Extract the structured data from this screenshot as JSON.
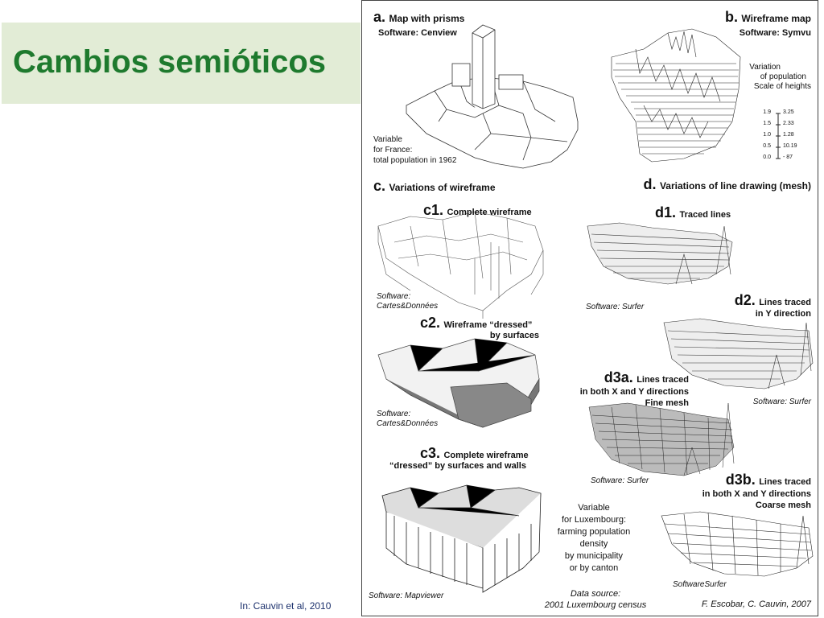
{
  "slide": {
    "title": "Cambios semióticos",
    "citation": "In: Cauvin et al, 2010"
  },
  "figure": {
    "a": {
      "letter": "a.",
      "title": "Map with prisms",
      "software": "Software: Cenview",
      "variable": [
        "Variable",
        "for France:",
        "total population in 1962"
      ]
    },
    "b": {
      "letter": "b.",
      "title": "Wireframe map",
      "software": "Software: Symvu",
      "legend_title": [
        "Variation",
        "of population",
        "Scale of heights"
      ],
      "scale": [
        {
          "left": "1.9",
          "right": "3.25"
        },
        {
          "left": "1.5",
          "right": "2.33"
        },
        {
          "left": "1.0",
          "right": "1.28"
        },
        {
          "left": "0.5",
          "right": "10.19"
        },
        {
          "left": "0.0",
          "right": "- 87"
        }
      ]
    },
    "c": {
      "letter": "c.",
      "title": "Variations of wireframe"
    },
    "c1": {
      "letter": "c1.",
      "title": "Complete wireframe",
      "software": [
        "Software:",
        "Cartes&Données"
      ]
    },
    "c2": {
      "letter": "c2.",
      "title": [
        "Wireframe “dressed”",
        "by surfaces"
      ],
      "software": [
        "Software:",
        "Cartes&Données"
      ]
    },
    "c3": {
      "letter": "c3.",
      "title": [
        "Complete wireframe",
        "“dressed” by surfaces and walls"
      ],
      "software": "Software: Mapviewer"
    },
    "d": {
      "letter": "d.",
      "title": "Variations of line drawing (mesh)"
    },
    "d1": {
      "letter": "d1.",
      "title": "Traced lines",
      "software": "Software: Surfer"
    },
    "d2": {
      "letter": "d2.",
      "title": [
        "Lines traced",
        "in Y direction"
      ],
      "software": "Software: Surfer"
    },
    "d3a": {
      "letter": "d3a.",
      "title": [
        "Lines traced",
        "in both X and Y directions",
        "Fine mesh"
      ],
      "software": "Software: Surfer"
    },
    "d3b": {
      "letter": "d3b.",
      "title": [
        "Lines traced",
        "in both X and Y directions",
        "Coarse mesh"
      ],
      "software": "SoftwareSurfer"
    },
    "lux_variable": [
      "Variable",
      "for Luxembourg:",
      "farming population",
      "density",
      "by municipality",
      "or by canton"
    ],
    "data_source": [
      "Data source:",
      "2001 Luxembourg census"
    ],
    "credit": "F. Escobar, C. Cauvin, 2007"
  }
}
